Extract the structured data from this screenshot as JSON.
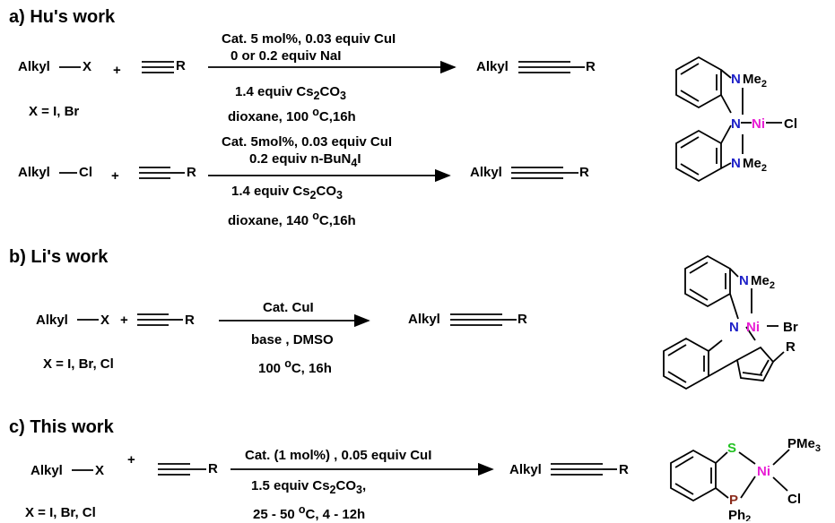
{
  "colors": {
    "nitrogen": "#1f22c8",
    "nickel": "#e81fd4",
    "sulfur": "#22c222",
    "phosphorus": "#8a2b1c",
    "text": "#000000"
  },
  "sections": {
    "a": {
      "heading": "a) Hu's work",
      "rxn1": {
        "reactant1": "Alkyl",
        "halide": "X",
        "plus": "+",
        "alkyne_r": "R",
        "above1": "Cat. 5 mol%, 0.03 equiv CuI",
        "above2": "0 or 0.2 equiv NaI",
        "below1_pre": "1.4 equiv Cs",
        "below1_sub1": "2",
        "below1_mid": "CO",
        "below1_sub2": "3",
        "below2_pre": "dioxane, 100 ",
        "below2_sup": "o",
        "below2_post": "C,16h",
        "halide_note": "X = I, Br",
        "product_alkyl": "Alkyl",
        "product_r": "R"
      },
      "rxn2": {
        "reactant1": "Alkyl",
        "halide": "Cl",
        "plus": "+",
        "alkyne_r": "R",
        "above1": "Cat. 5mol%, 0.03 equiv CuI",
        "above2_pre": "0.2 equiv n-BuN",
        "above2_sub": "4",
        "above2_post": "I",
        "below1_pre": "1.4 equiv Cs",
        "below1_sub1": "2",
        "below1_mid": "CO",
        "below1_sub2": "3",
        "below2_pre": "dioxane, 140 ",
        "below2_sup": "o",
        "below2_post": "C,16h",
        "product_alkyl": "Alkyl",
        "product_r": "R"
      },
      "catalyst": {
        "n_top": "N",
        "me2_top": "Me",
        "me2_top_sub": "2",
        "n_mid": "N",
        "ni": "Ni",
        "cl": "Cl",
        "n_bot": "N",
        "me2_bot": "Me",
        "me2_bot_sub": "2"
      }
    },
    "b": {
      "heading": "b) Li's work",
      "rxn": {
        "reactant1": "Alkyl",
        "halide": "X",
        "plus": "+",
        "alkyne_r": "R",
        "above1": "Cat.   CuI",
        "below1": "base , DMSO",
        "below2_pre": "100 ",
        "below2_sup": "o",
        "below2_post": "C, 16h",
        "halide_note": "X = I, Br, Cl",
        "product_alkyl": "Alkyl",
        "product_r": "R"
      },
      "catalyst": {
        "n_top": "N",
        "me2": "Me",
        "me2_sub": "2",
        "n_mid": "N",
        "ni": "Ni",
        "br": "Br",
        "r": "R"
      }
    },
    "c": {
      "heading": "c) This work",
      "rxn": {
        "reactant1": "Alkyl",
        "halide": "X",
        "plus": "+",
        "alkyne_r": "R",
        "above1": "Cat. (1 mol%) , 0.05 equiv CuI",
        "below1_pre": "1.5 equiv Cs",
        "below1_sub1": "2",
        "below1_mid": "CO",
        "below1_sub2": "3",
        "below1_post": ",",
        "below2_pre": "25 - 50 ",
        "below2_sup": "o",
        "below2_post": "C, 4 - 12h",
        "halide_note": "X = I, Br, Cl",
        "product_alkyl": "Alkyl",
        "product_r": "R"
      },
      "catalyst": {
        "s": "S",
        "pme3": "PMe",
        "pme3_sub": "3",
        "ni": "Ni",
        "cl": "Cl",
        "p": "P",
        "ph2": "Ph",
        "ph2_sub": "2"
      }
    }
  }
}
